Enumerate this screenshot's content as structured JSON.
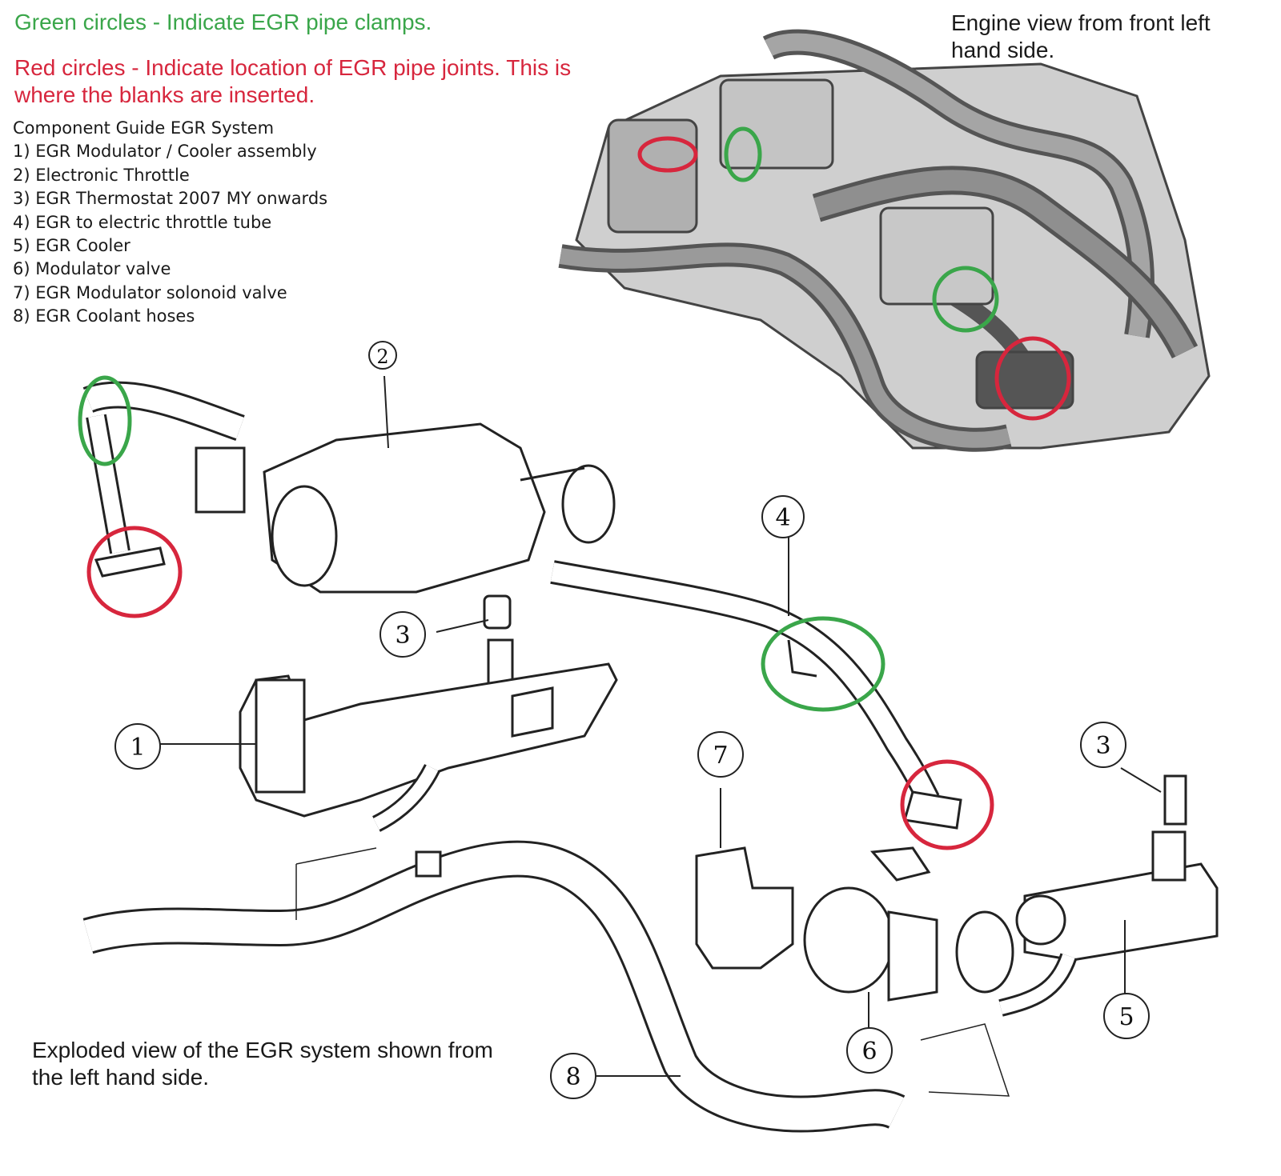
{
  "legend": {
    "green_text": "Green circles - Indicate EGR pipe clamps.",
    "red_text": "Red circles - Indicate location of EGR pipe joints. This is where the blanks are inserted.",
    "green_color": "#3aa64a",
    "red_color": "#d7263d"
  },
  "guide": {
    "title": "Component Guide EGR System",
    "items": [
      "1) EGR Modulator / Cooler assembly",
      "2) Electronic Throttle",
      "3) EGR Thermostat 2007 MY onwards",
      "4) EGR to electric throttle tube",
      "5) EGR Cooler",
      "6) Modulator valve",
      "7) EGR Modulator solonoid valve",
      "8) EGR Coolant hoses"
    ]
  },
  "captions": {
    "engine_view": "Engine view from front left hand side.",
    "exploded_view": "Exploded view of the EGR system shown from the left hand side."
  },
  "callouts": [
    "1",
    "2",
    "3",
    "3",
    "4",
    "5",
    "6",
    "7",
    "8"
  ]
}
